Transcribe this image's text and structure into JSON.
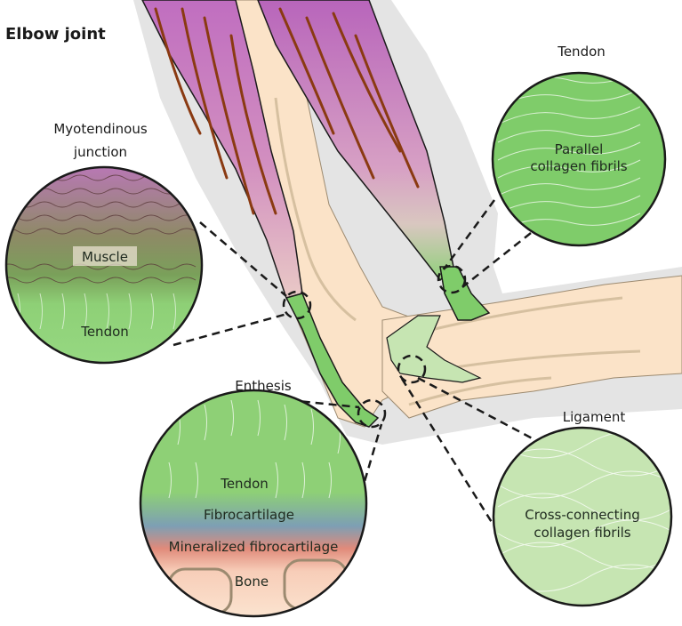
{
  "title": "Elbow joint",
  "labels": {
    "myotendinous_line1": "Myotendinous",
    "myotendinous_line2": "junction",
    "tendon": "Tendon",
    "enthesis": "Enthesis",
    "ligament": "Ligament"
  },
  "insets": {
    "myotendinous": {
      "muscle": "Muscle",
      "tendon": "Tendon"
    },
    "tendon": {
      "line1": "Parallel",
      "line2": "collagen fibrils"
    },
    "enthesis": {
      "tendon": "Tendon",
      "fibrocartilage": "Fibrocartilage",
      "mineralized": "Mineralized fibrocartilage",
      "bone": "Bone"
    },
    "ligament": {
      "line1": "Cross-connecting",
      "line2": "collagen fibrils"
    }
  },
  "colors": {
    "shadow": "#e4e4e4",
    "bone": "#fbe3c8",
    "bone_outline": "#9c8a70",
    "muscle": "#c06ec0",
    "muscle_fiber": "#8a3a12",
    "tendon": "#7fcc6a",
    "ligament": "#c6e5b2",
    "outline": "#1a1a1a"
  }
}
